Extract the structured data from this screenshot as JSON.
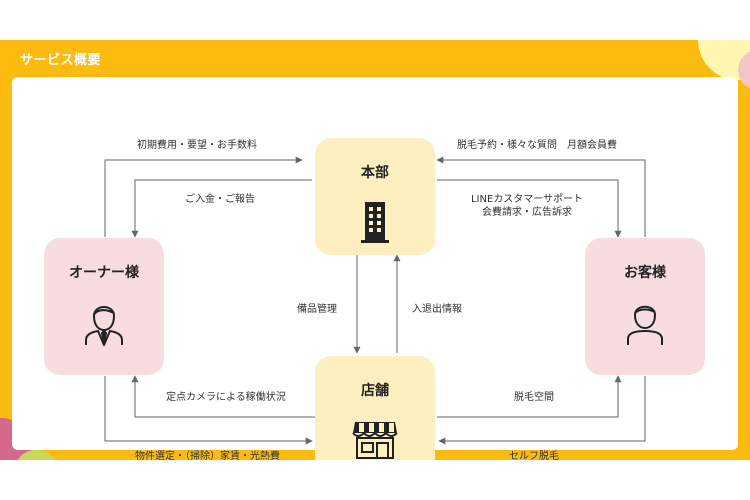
{
  "slide": {
    "title": "サービス概要",
    "colors": {
      "background": "#fdbb0f",
      "panel": "#ffffff",
      "hq_store_box": "#fdefc0",
      "owner_customer_box": "#f8dde0",
      "arrow": "#666666"
    }
  },
  "nodes": {
    "hq": {
      "label": "本部",
      "icon": "building-icon"
    },
    "owner": {
      "label": "オーナー様",
      "icon": "businessman-icon"
    },
    "customer": {
      "label": "お客様",
      "icon": "person-icon"
    },
    "store": {
      "label": "店舗",
      "icon": "storefront-icon"
    }
  },
  "flows": {
    "owner_to_hq": "初期費用・要望・お手数料",
    "hq_to_owner": "ご入金・ご報告",
    "customer_to_hq": "脱毛予約・様々な質問　月額会員費",
    "hq_to_customer_line1": "LINEカスタマーサポート",
    "hq_to_customer_line2": "会費請求・広告訴求",
    "hq_to_store": "備品管理",
    "store_to_hq": "入退出情報",
    "store_to_owner": "定点カメラによる稼働状況",
    "owner_to_store": "物件選定・（掃除）家賃・光熱費",
    "store_to_customer": "脱毛空間",
    "customer_to_store": "セルフ脱毛"
  }
}
